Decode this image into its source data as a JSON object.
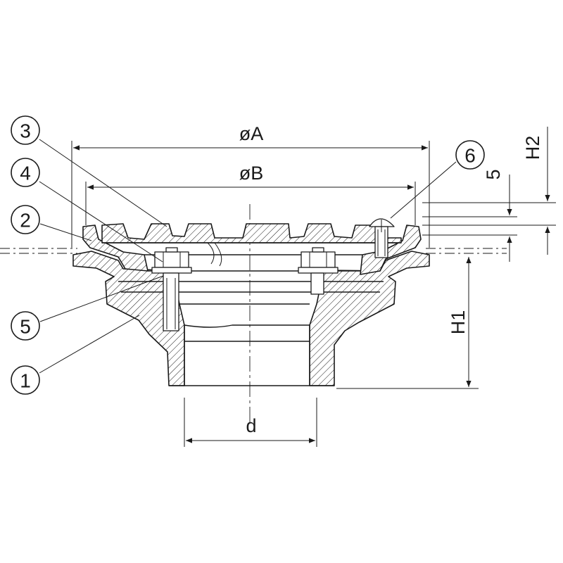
{
  "dimensions": {
    "diameter_a": "øA",
    "diameter_b": "øB",
    "h1": "H1",
    "h2": "H2",
    "five": "5",
    "d": "d"
  },
  "callouts": [
    "1",
    "2",
    "3",
    "4",
    "5",
    "6"
  ]
}
